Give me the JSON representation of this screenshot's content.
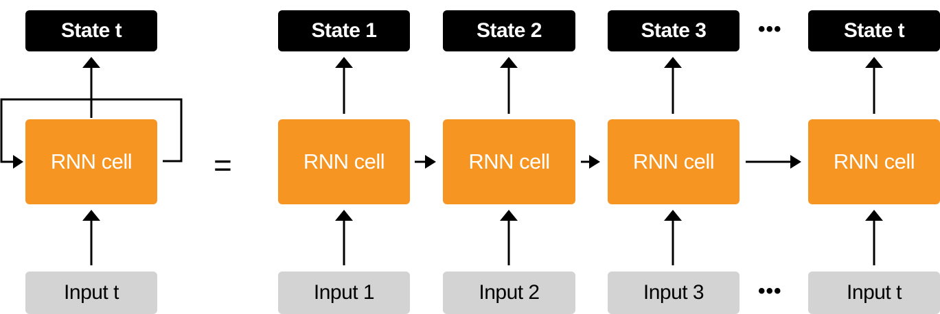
{
  "colors": {
    "state_bg": "#000000",
    "cell_bg": "#f79522",
    "input_bg": "#d3d3d3",
    "line": "#000000"
  },
  "rolled": {
    "state": "State t",
    "cell": "RNN cell",
    "input": "Input t"
  },
  "equals_sign": "=",
  "unrolled": [
    {
      "state": "State 1",
      "cell": "RNN cell",
      "input": "Input 1"
    },
    {
      "state": "State 2",
      "cell": "RNN cell",
      "input": "Input 2"
    },
    {
      "state": "State 3",
      "cell": "RNN cell",
      "input": "Input 3"
    },
    {
      "state": "State t",
      "cell": "RNN cell",
      "input": "Input t"
    }
  ],
  "ellipsis": "•••"
}
